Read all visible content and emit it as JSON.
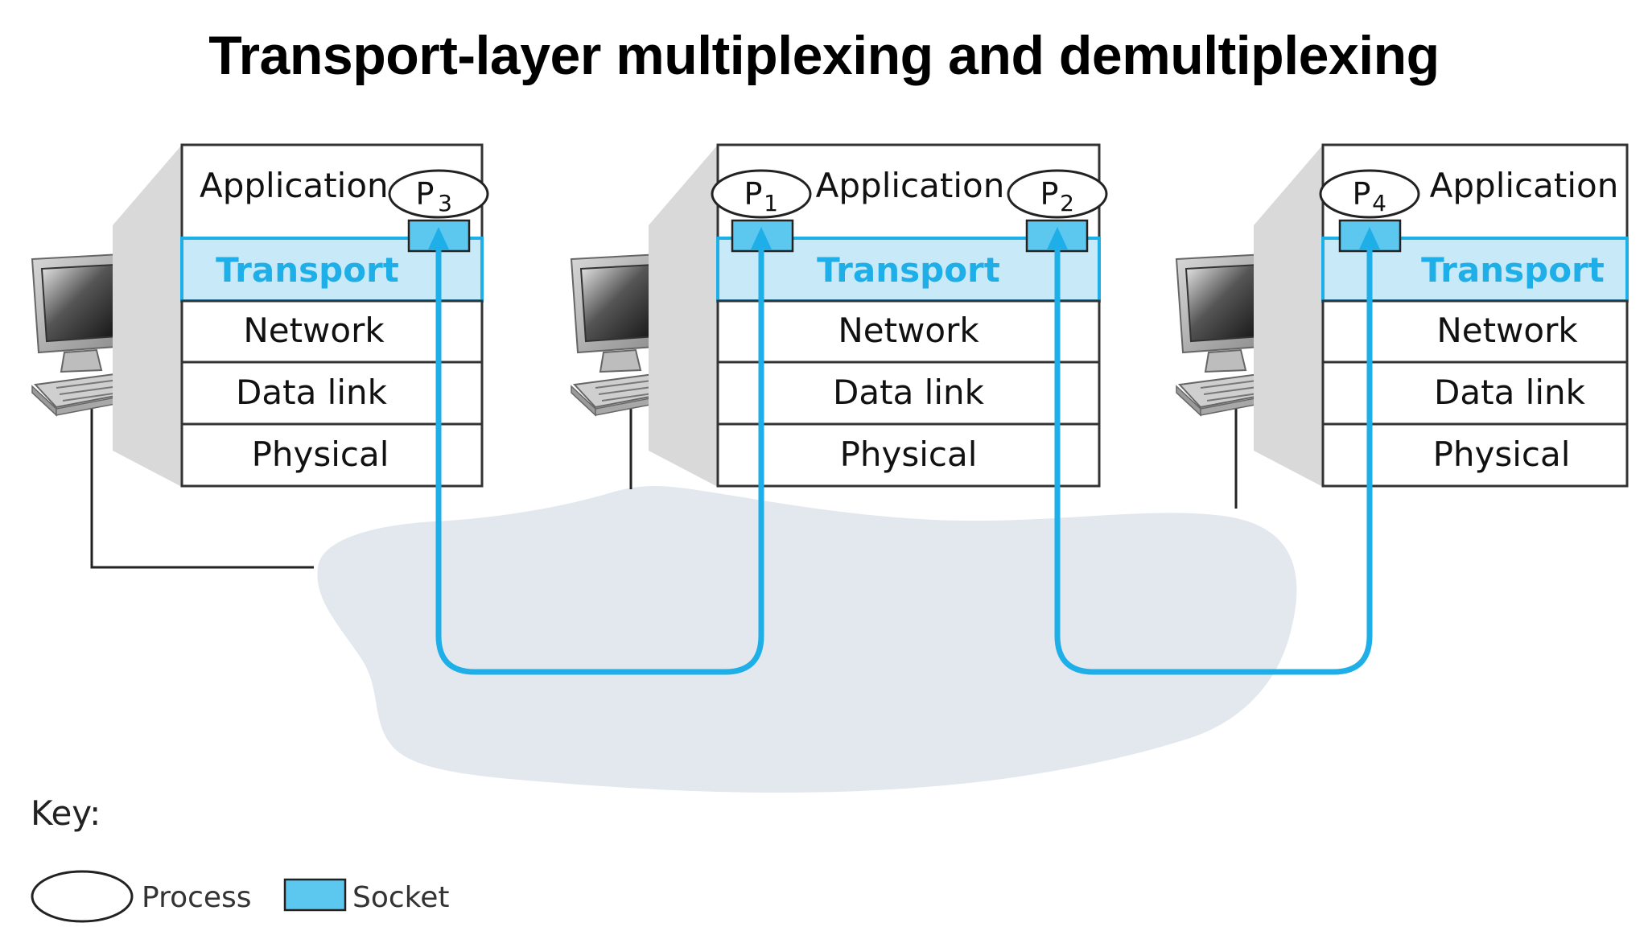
{
  "title": "Transport-layer multiplexing and demultiplexing",
  "colors": {
    "accent": "#1EAEE8",
    "transport_fill": "#C8EAF8",
    "socket_fill": "#5CC8F0",
    "cloud": "#E2E8EE",
    "stack_shadow": "#D9D9D9"
  },
  "hosts": [
    {
      "layers": [
        "Application",
        "Transport",
        "Network",
        "Data link",
        "Physical"
      ],
      "processes": [
        {
          "letter": "P",
          "sub": "3"
        }
      ]
    },
    {
      "layers": [
        "Application",
        "Transport",
        "Network",
        "Data link",
        "Physical"
      ],
      "processes": [
        {
          "letter": "P",
          "sub": "1"
        },
        {
          "letter": "P",
          "sub": "2"
        }
      ]
    },
    {
      "layers": [
        "Application",
        "Transport",
        "Network",
        "Data link",
        "Physical"
      ],
      "processes": [
        {
          "letter": "P",
          "sub": "4"
        }
      ]
    }
  ],
  "key": {
    "heading": "Key:",
    "process_label": "Process",
    "socket_label": "Socket"
  }
}
